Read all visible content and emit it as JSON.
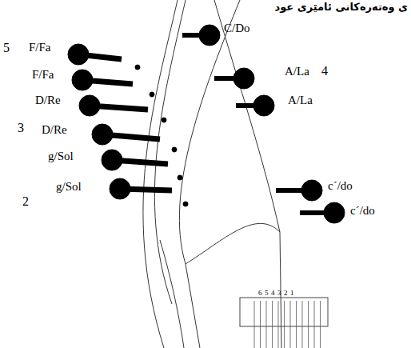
{
  "diagram": {
    "title": "ی وەتەرەکانی ئامێری عود",
    "labels": [
      "5",
      "F/Fa",
      "F/Fa",
      "D/Re",
      "3",
      "D/Re",
      "g/Sol",
      "2",
      "g/Sol",
      "C/Do",
      "4",
      "A/La",
      "A/La",
      "c´/do",
      "c´/do",
      "6",
      "5",
      "4",
      "3",
      "2",
      "1"
    ]
  }
}
